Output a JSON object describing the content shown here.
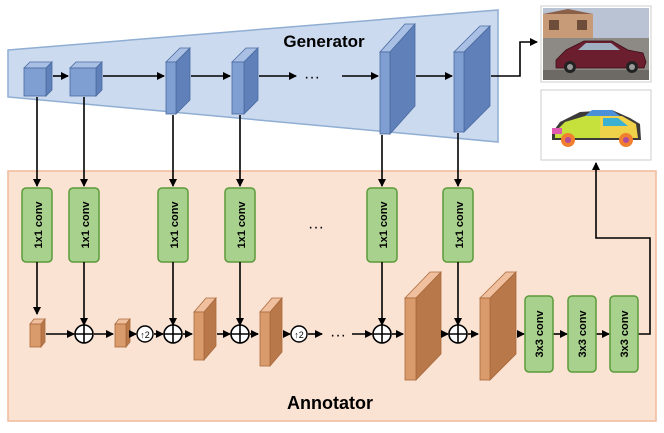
{
  "generator": {
    "title": "Generator"
  },
  "annotator": {
    "title": "Annotator"
  },
  "blocks": {
    "conv1x1": "1x1 conv",
    "conv3x3": "3x3 conv",
    "upsample": "↑2",
    "ellipsis": "···"
  },
  "images": {
    "car_photo": "generated car image",
    "car_segmentation": "car part segmentation mask"
  },
  "colors": {
    "generator_fill": "#c9d9ef",
    "generator_stroke": "#8aaad0",
    "feature_cube": "#7f9fd2",
    "annotator_fill": "#fbe3d3",
    "annotator_stroke": "#f1b99a",
    "conv_fill": "#a9d18e",
    "conv_stroke": "#5a9a3a",
    "feature_block": "#d99a6c"
  }
}
